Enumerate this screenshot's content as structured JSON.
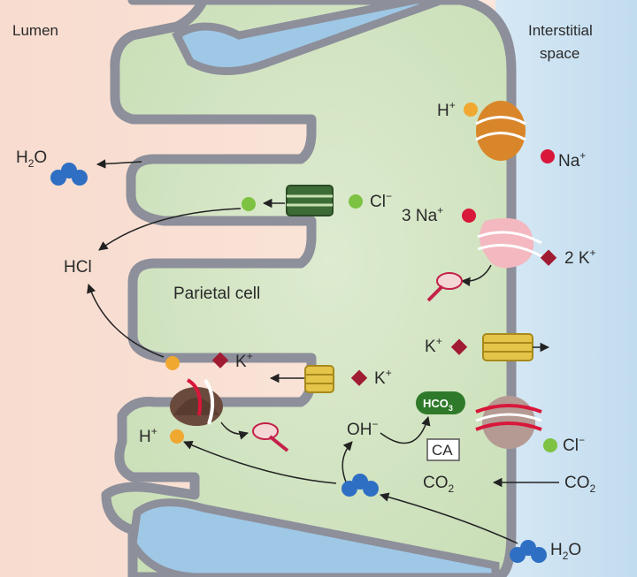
{
  "regions": {
    "lumen": "Lumen",
    "interstitial_line1": "Interstitial",
    "interstitial_line2": "space",
    "cell": "Parietal cell"
  },
  "ions": {
    "h2o_left": "H",
    "h2o_left_sub": "2",
    "h2o_left_tail": "O",
    "cl_channel": "Cl",
    "hcl": "HCl",
    "k_pump_out": "K",
    "k_channel": "K",
    "h_pump": "H",
    "oh": "OH",
    "ca": "CA",
    "co2_mid": "CO",
    "co2_mid_sub": "2",
    "co2_right": "CO",
    "co2_right_sub": "2",
    "h2o_bottom": "H",
    "h2o_bottom_sub": "2",
    "h2o_bottom_tail": "O",
    "h_top": "H",
    "na_top": "Na",
    "na3": "3 Na",
    "k2": "2 K",
    "k_basal": "K",
    "hco3": "HCO",
    "hco3_sub": "3",
    "cl_basal": "Cl",
    "plus": "+",
    "minus": "−"
  },
  "colors": {
    "lumen_bg": "#f7ddd0",
    "interstitial_bg": "#cfe3f1",
    "cell_fill": "#d5e6c5",
    "membrane": "#8d8f9a",
    "blue_vessel": "#9fc8e6",
    "orange_dot": "#f0a830",
    "green_dot": "#7dc242",
    "red_dot": "#d8173a",
    "k_diamond": "#a01c32",
    "water_blue": "#2e6fc4",
    "hco3_green": "#2f7a2a"
  }
}
